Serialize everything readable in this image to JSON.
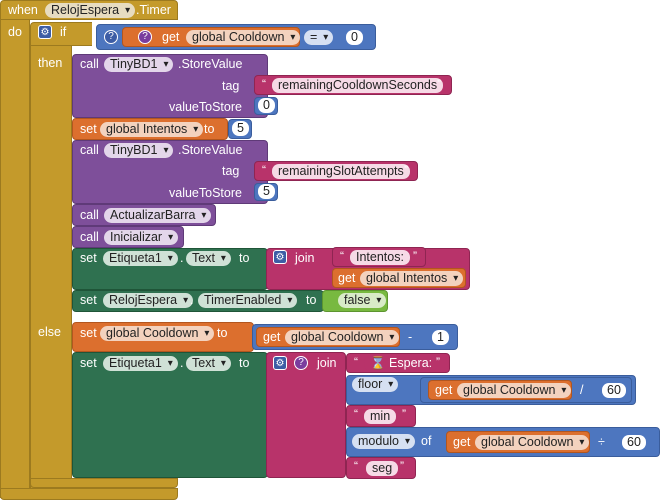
{
  "event": {
    "when_label": "when",
    "component": "RelojEspera",
    "event_name": ".Timer",
    "do_label": "do"
  },
  "if_block": {
    "if_label": "if",
    "then_label": "then",
    "else_label": "else",
    "condition": {
      "get_label": "get",
      "var": "global Cooldown",
      "op": "=",
      "value": "0"
    }
  },
  "then": {
    "store1": {
      "call_label": "call",
      "component": "TinyBD1",
      "method": ".StoreValue",
      "tag_label": "tag",
      "tag_value": "remainingCooldownSeconds",
      "value_label": "valueToStore",
      "value": "0"
    },
    "set_intentos": {
      "set_label": "set",
      "var": "global Intentos",
      "to_label": "to",
      "value": "5"
    },
    "store2": {
      "call_label": "call",
      "component": "TinyBD1",
      "method": ".StoreValue",
      "tag_label": "tag",
      "tag_value": "remainingSlotAttempts",
      "value_label": "valueToStore",
      "value": "5"
    },
    "call_barra": {
      "call_label": "call",
      "proc": "ActualizarBarra"
    },
    "call_init": {
      "call_label": "call",
      "proc": "Inicializar"
    },
    "set_label_text": {
      "set_label": "set",
      "component": "Etiqueta1",
      "prop": "Text",
      "to_label": "to",
      "join_label": "join",
      "str1": "Intentos: ",
      "get_label": "get",
      "var": "global Intentos"
    },
    "set_timer": {
      "set_label": "set",
      "component": "RelojEspera",
      "prop": "TimerEnabled",
      "to_label": "to",
      "value": "false"
    }
  },
  "else": {
    "set_cooldown": {
      "set_label": "set",
      "var": "global Cooldown",
      "to_label": "to",
      "get_label": "get",
      "get_var": "global Cooldown",
      "op": "-",
      "value": "1"
    },
    "set_label_text": {
      "set_label": "set",
      "component": "Etiqueta1",
      "prop": "Text",
      "to_label": "to",
      "join_label": "join",
      "str1": "⌛ Espera: ",
      "floor_label": "floor",
      "get_label": "get",
      "var": "global Cooldown",
      "div_op": "/",
      "div_value": "60",
      "str2": " min ",
      "modulo_label": "modulo",
      "of_label": "of",
      "mod_op": "÷",
      "mod_value": "60",
      "str3": "seg"
    }
  },
  "colors": {
    "control": "#c49a2b",
    "procedure": "#7e4f9a",
    "variable": "#dc6f2e",
    "component": "#2f7150",
    "math": "#4d76bf",
    "text": "#b8336a",
    "logic": "#78b940"
  }
}
